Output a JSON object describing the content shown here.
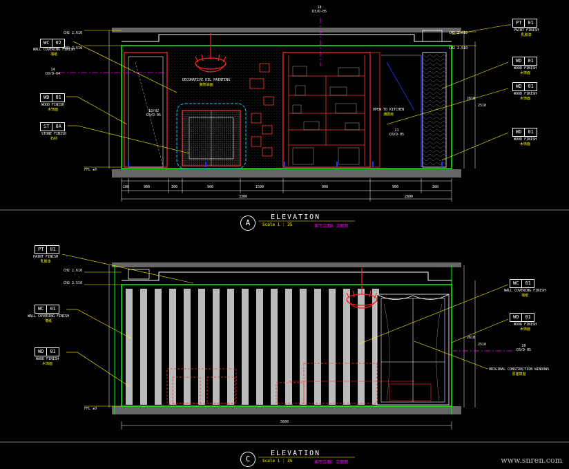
{
  "elevation_a": {
    "title": "ELEVATION",
    "letter": "A",
    "scale": "Scale 1 : 35",
    "scale_note": "客厅立面A 立面图",
    "tags": [
      {
        "code": "WC",
        "num": "02",
        "note": "WALL COVERING FINISH",
        "sub": "墙纸"
      },
      {
        "code": "WD",
        "num": "01",
        "note": "WOOD FINISH",
        "sub": "木饰面"
      },
      {
        "code": "ST",
        "num": "0A",
        "note": "STONE FINISH",
        "sub": "石材"
      }
    ],
    "right_tags": [
      {
        "code": "PT",
        "num": "01",
        "note": "PAINT FINISH",
        "sub": "乳胶漆"
      },
      {
        "code": "WD",
        "num": "01",
        "note": "WOOD FINISH",
        "sub": "木饰面"
      },
      {
        "code": "WD",
        "num": "01",
        "note": "WOOD FINISH",
        "sub": "木饰面"
      },
      {
        "code": "WD",
        "num": "01",
        "note": "WOOD FINISH",
        "sub": "木饰面"
      }
    ],
    "levels_left": [
      "CH2 2.610",
      "CH2 2.510",
      "FFL ±0"
    ],
    "levels_right": [
      "CH2 2.610",
      "CH2 2.510"
    ],
    "callout_top": {
      "num": "18",
      "sheet": "D3/D-05"
    },
    "callout_left": {
      "num": "14",
      "sheet": "D3/D-04"
    },
    "callout_mid": {
      "num": "21",
      "sheet": "D3/D-05"
    },
    "callout_box": {
      "num": "18/02",
      "sheet": "D3/D-05"
    },
    "labels": [
      "DECORATIVE OIL PAINTING",
      "OPEN TO KITCHEN"
    ],
    "label_subs": [
      "装饰油画",
      "通厨房"
    ],
    "dims_bottom": [
      "100",
      "900",
      "300",
      "900",
      "1500",
      "900",
      "900",
      "300"
    ],
    "dims_total": [
      "3300",
      "2800"
    ],
    "dims_right": [
      "2610",
      "2510"
    ]
  },
  "elevation_c": {
    "title": "ELEVATION",
    "letter": "C",
    "scale": "Scale 1 : 35",
    "scale_note": "客厅立面C 立面图",
    "tags": [
      {
        "code": "PT",
        "num": "01",
        "note": "PAINT FINISH",
        "sub": "乳胶漆"
      },
      {
        "code": "WC",
        "num": "01",
        "note": "WALL COVERING FINISH",
        "sub": "墙纸"
      },
      {
        "code": "WD",
        "num": "01",
        "note": "WOOD FINISH",
        "sub": "木饰面"
      }
    ],
    "right_tags": [
      {
        "code": "WC",
        "num": "01",
        "note": "WALL COVERING FINISH",
        "sub": "墙纸"
      },
      {
        "code": "WD",
        "num": "01",
        "note": "WOOD FINISH",
        "sub": "木饰面"
      }
    ],
    "levels_left": [
      "CH2 2.610",
      "CH2 2.510",
      "FFL ±0"
    ],
    "callout_right": {
      "num": "20",
      "sheet": "D3/D-05"
    },
    "label_window": "ORIGINAL CONSTRUCTION WINDOWS",
    "label_window_sub": "原建筑窗",
    "dims_total": "5600",
    "dims_right": [
      "2610",
      "2510"
    ]
  },
  "watermark": "www.snren.com",
  "colors": {
    "frame": "#00ff00",
    "outline": "#ffffff",
    "wall": "#ff3333",
    "leader": "#ffff00",
    "accent": "#ff00ff",
    "blue": "#2233ff",
    "chandelier": "#ff2222",
    "slab": "#666666"
  }
}
